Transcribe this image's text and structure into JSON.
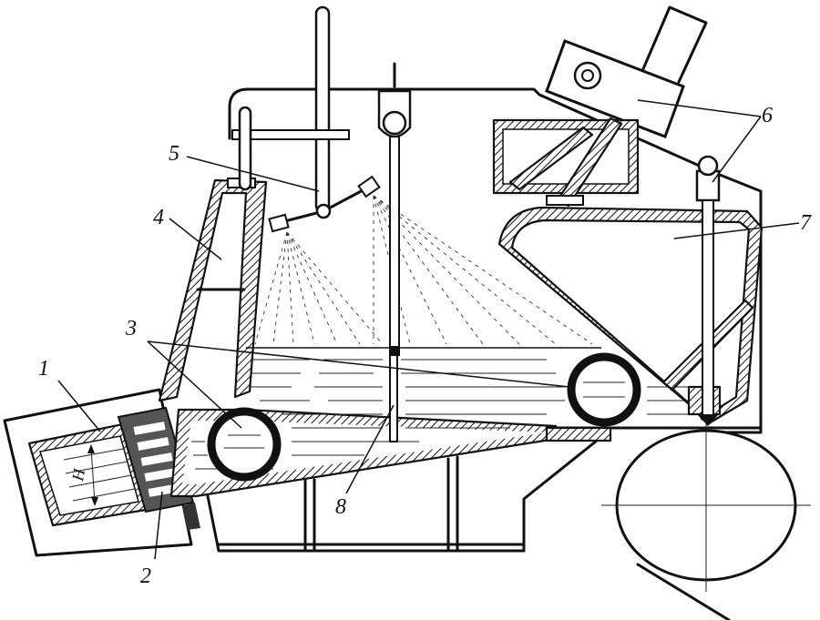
{
  "labels": {
    "l1": "1",
    "l2": "2",
    "l3": "3",
    "l4": "4",
    "l5": "5",
    "l6": "6",
    "l7": "7",
    "l8": "8",
    "dim_h": "H"
  }
}
